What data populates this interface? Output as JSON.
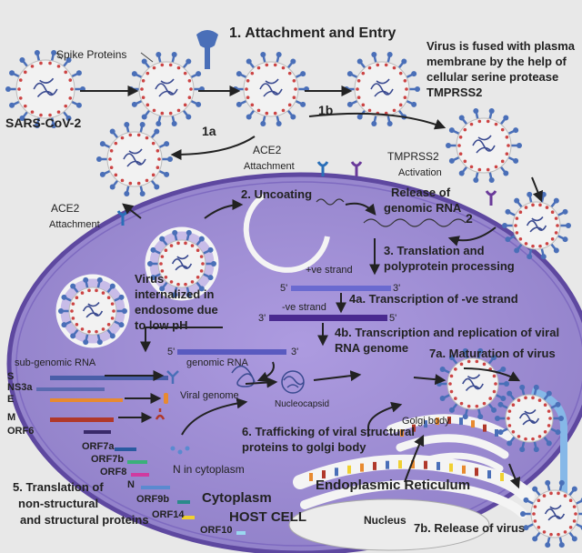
{
  "labels": {
    "step1": "1. Attachment and Entry",
    "spike_proteins": "Spike Proteins",
    "sars": "SARS-CoV-2",
    "tmprss2_note_1": "Virus is fused with plasma",
    "tmprss2_note_2": "membrane by the help of",
    "tmprss2_note_3": "cellular serine protease",
    "tmprss2_note_4": "TMPRSS2",
    "route_1a": "1a",
    "route_1b": "1b",
    "ace2_top": "ACE2",
    "attachment_top": "Attachment",
    "tmprss2": "TMPRSS2",
    "activation": "Activation",
    "ace2_left": "ACE2",
    "attachment_left": "Attachment",
    "step2": "2. Uncoating",
    "release_1": "Release of",
    "release_2": "genomic RNA",
    "route_2": "2",
    "step3_1": "3. Translation and",
    "step3_2": "polyprotein processing",
    "endo_1": "Virus",
    "endo_2": "internalized in",
    "endo_3": "endosome due",
    "endo_4": "to low pH",
    "pos_strand": "+ve strand",
    "neg_strand": "-ve strand",
    "prime5": "5'",
    "prime3": "3'",
    "step4a": "4a. Transcription of -ve strand",
    "step4b_1": "4b. Transcription  and replication  of  viral",
    "step4b_2": "RNA genome",
    "genomic_rna": "genomic RNA",
    "subgenomic_rna": "sub-genomic RNA",
    "viral_genome": "Viral genome",
    "nucleocapsid": "Nucleocapsid",
    "step7a": "7a. Maturation of virus",
    "golgi": "Golgi body",
    "step6_1": "6. Trafficking  of viral structural",
    "step6_2": "proteins to golgi body",
    "n_cyto": "N in cytoplasm",
    "er": "Endoplasmic Reticulum",
    "step5_1": "5. Translation of",
    "step5_2": "non-structural",
    "step5_3": "and structural proteins",
    "cytoplasm": "Cytoplasm",
    "host_cell": "HOST CELL",
    "nucleus": "Nucleus",
    "step7b": "7b. Release of virus"
  },
  "genes": [
    {
      "name": "S",
      "color": "#4a5ea8"
    },
    {
      "name": "NS3a",
      "color": "#5a6ab0"
    },
    {
      "name": "E",
      "color": "#e88a30"
    },
    {
      "name": "M",
      "color": "#b0382a"
    },
    {
      "name": "ORF6",
      "color": "#3a2a6a"
    },
    {
      "name": "ORF7a",
      "color": "#2a5aa0"
    },
    {
      "name": "ORF7b",
      "color": "#3ab07a"
    },
    {
      "name": "ORF8",
      "color": "#d03aa0"
    },
    {
      "name": "N",
      "color": "#5a8ad0"
    },
    {
      "name": "ORF9b",
      "color": "#2a8a8a"
    },
    {
      "name": "ORF14",
      "color": "#f0d030"
    },
    {
      "name": "ORF10",
      "color": "#9ad8f0"
    }
  ],
  "colors": {
    "cell_fill": "#9b86d0",
    "cell_edge": "#6b54a8",
    "spike": "#4a6fb8",
    "virus_ring": "#cc4444",
    "strand_pos": "#6a6ad0",
    "strand_neg": "#4a2a90"
  }
}
